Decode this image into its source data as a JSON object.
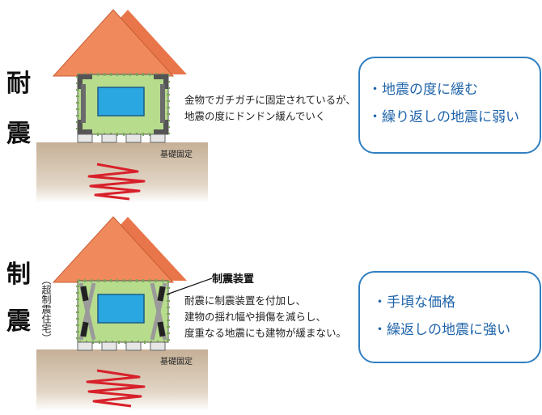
{
  "taishin": {
    "title_line1": "耐",
    "title_line2": "震",
    "description": [
      "金物でガチガチに固定されているが、",
      "地震の度にドンドン緩んでいく"
    ],
    "foundation_label": "基礎固定",
    "points": [
      "・地震の度に緩む",
      "・繰り返しの地震に弱い"
    ]
  },
  "seishin": {
    "title_line1": "制",
    "title_line2": "震",
    "subtitle": "（超制震住宅）",
    "device_label": "制震装置",
    "description": [
      "耐震に制震装置を付加し、",
      "建物の揺れ幅や損傷を減らし、",
      "度重なる地震にも建物が緩まない。"
    ],
    "foundation_label": "基礎固定",
    "points": [
      "・手頃な価格",
      "・繰返しの地震に強い"
    ]
  },
  "colors": {
    "roof": "#f08a5d",
    "wall": "#b7dc8c",
    "window": "#2aa6e0",
    "ground": "#c7b39b",
    "wave": "#d8202a",
    "accent": "#2f7fc1"
  }
}
